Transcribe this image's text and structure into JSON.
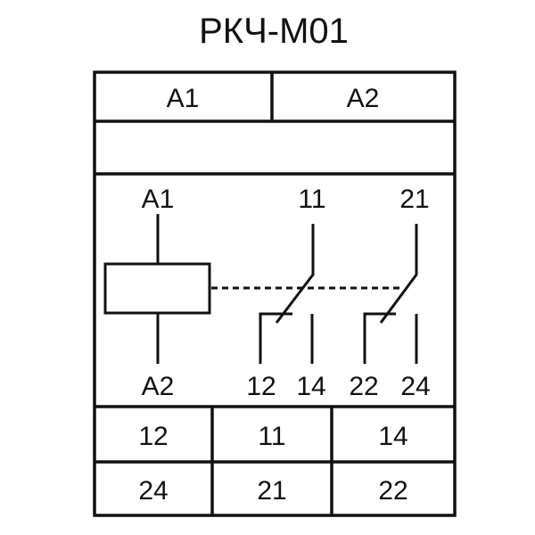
{
  "title": "РКЧ-М01",
  "top_row": [
    "A1",
    "A2"
  ],
  "schematic": {
    "coil_top": "A1",
    "coil_bottom": "A2",
    "contact1_common": "11",
    "contact2_common": "21",
    "bottom_labels": [
      "12",
      "14",
      "22",
      "24"
    ]
  },
  "terminal_rows": [
    [
      "12",
      "11",
      "14"
    ],
    [
      "24",
      "21",
      "22"
    ]
  ]
}
